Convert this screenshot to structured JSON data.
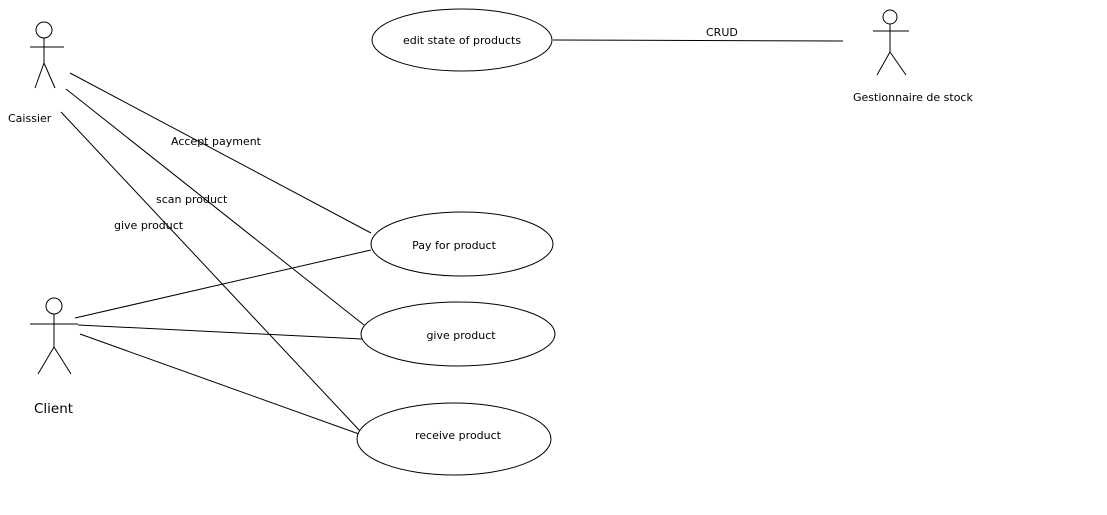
{
  "actors": {
    "caissier": "Caissier",
    "client": "Client",
    "gestionnaire": "Gestionnaire de stock"
  },
  "use_cases": {
    "edit_state": "edit state of products",
    "pay": "Pay for product",
    "give": "give product",
    "receive": "receive product"
  },
  "edge_labels": {
    "crud": "CRUD",
    "accept_payment": "Accept payment",
    "scan_product": "scan product",
    "give_product": "give product"
  }
}
